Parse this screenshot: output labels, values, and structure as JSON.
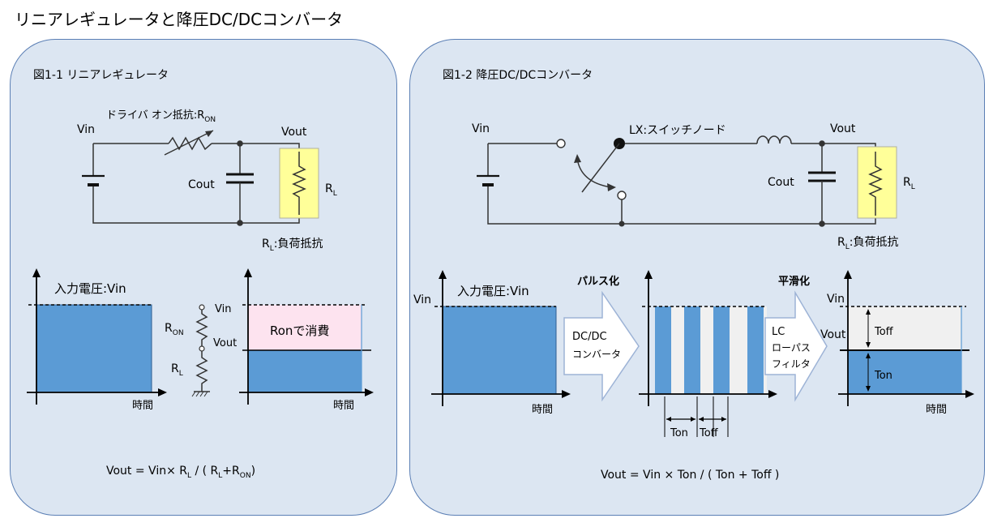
{
  "page_title": "リニアレギュレータと降圧DC/DCコンバータ",
  "linear": {
    "caption": "図1-1 リニアレギュレータ",
    "vin": "Vin",
    "vout": "Vout",
    "driver": "ドライバ オン抵抗:R",
    "driver_sub": "ON",
    "cout": "Cout",
    "rl": "R",
    "rl_sub": "L",
    "rl_note": "R",
    "rl_note_sub": "L",
    "rl_note_tail": ":負荷抵抗",
    "input_label": "入力電圧:Vin",
    "time1": "時間",
    "divider_ron": "R",
    "divider_ron_sub": "ON",
    "divider_rl": "R",
    "divider_rl_sub": "L",
    "out_vin": "Vin",
    "out_vout": "Vout",
    "loss_label": "Ronで消費",
    "time2": "時間",
    "formula_a": "Vout = Vin× R",
    "formula_a_sub": "L",
    "formula_b": " / ( R",
    "formula_b_sub": "L",
    "formula_c": "+R",
    "formula_c_sub": "ON",
    "formula_d": ")"
  },
  "buck": {
    "caption": "図1-2 降圧DC/DCコンバータ",
    "vin": "Vin",
    "lx": "LX:スイッチノード",
    "vout": "Vout",
    "cout": "Cout",
    "rl": "R",
    "rl_sub": "L",
    "rl_note": "R",
    "rl_note_sub": "L",
    "rl_note_tail": ":負荷抵抗",
    "vin_axis": "Vin",
    "input_label": "入力電圧:Vin",
    "time1": "時間",
    "pulse_label": "パルス化",
    "arrow1_lines": [
      "DC/DC",
      "コンバータ"
    ],
    "time2_ton": "Ton",
    "time2_toff": "Toff",
    "smooth_label": "平滑化",
    "arrow2_lines": [
      "LC",
      "ローパス",
      "フィルタ"
    ],
    "out_vin": "Vin",
    "out_vout": "Vout",
    "out_toff": "Toff",
    "out_ton": "Ton",
    "time3": "時間",
    "formula": "Vout = Vin × Ton / ( Ton + Toff )"
  },
  "colors": {
    "panel_fill": "#dce6f2",
    "panel_border": "#5b7fb5",
    "waveform_blue": "#5b9bd5",
    "loss_pink": "#fde3ef",
    "resistor_yellow": "#ffff99",
    "toff_gray": "#f0f0f0"
  }
}
